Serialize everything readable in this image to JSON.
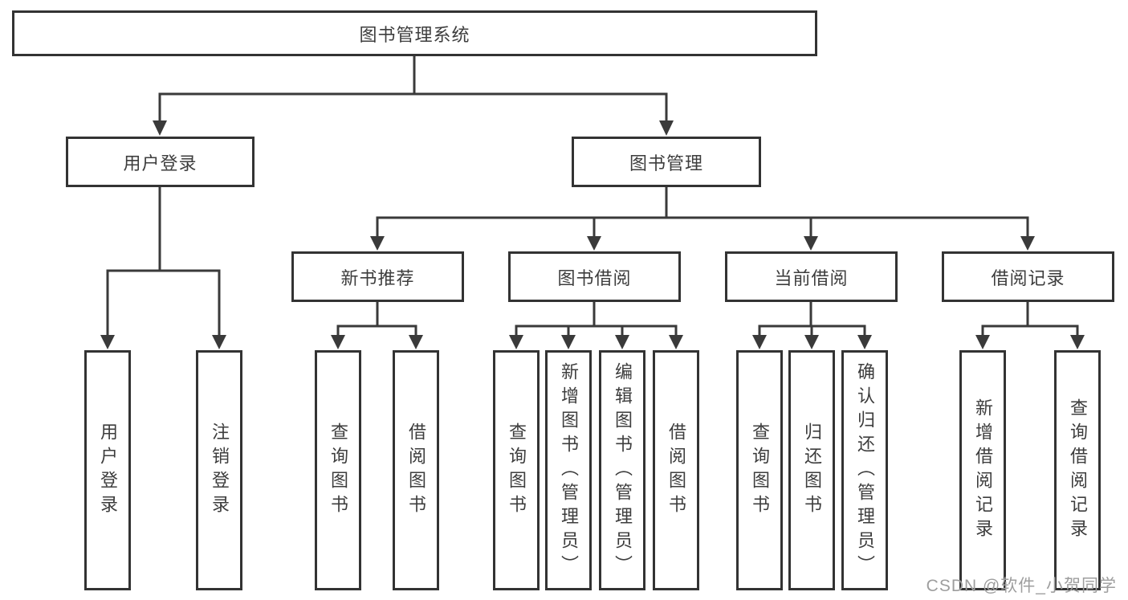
{
  "diagram": {
    "type": "hierarchy-tree",
    "colors": {
      "line": "#3a3a3a",
      "border": "#333333",
      "text": "#3d3d3d",
      "box_background": "#ffffff",
      "watermark": "#9e9e9e"
    },
    "tree": {
      "root": {
        "label": "图书管理系统",
        "children": [
          {
            "label": "用户登录",
            "children": [
              {
                "label": "用户登录"
              },
              {
                "label": "注销登录"
              }
            ]
          },
          {
            "label": "图书管理",
            "children": [
              {
                "label": "新书推荐",
                "children": [
                  {
                    "label": "查询图书"
                  },
                  {
                    "label": "借阅图书"
                  }
                ]
              },
              {
                "label": "图书借阅",
                "children": [
                  {
                    "label": "查询图书"
                  },
                  {
                    "label": "新增图书（管理员）"
                  },
                  {
                    "label": "编辑图书（管理员）"
                  },
                  {
                    "label": "借阅图书"
                  }
                ]
              },
              {
                "label": "当前借阅",
                "children": [
                  {
                    "label": "查询图书"
                  },
                  {
                    "label": "归还图书"
                  },
                  {
                    "label": "确认归还（管理员）"
                  }
                ]
              },
              {
                "label": "借阅记录",
                "children": [
                  {
                    "label": "新增借阅记录"
                  },
                  {
                    "label": "查询借阅记录"
                  }
                ]
              }
            ]
          }
        ]
      }
    },
    "watermark": "CSDN @软件_小贺同学"
  }
}
